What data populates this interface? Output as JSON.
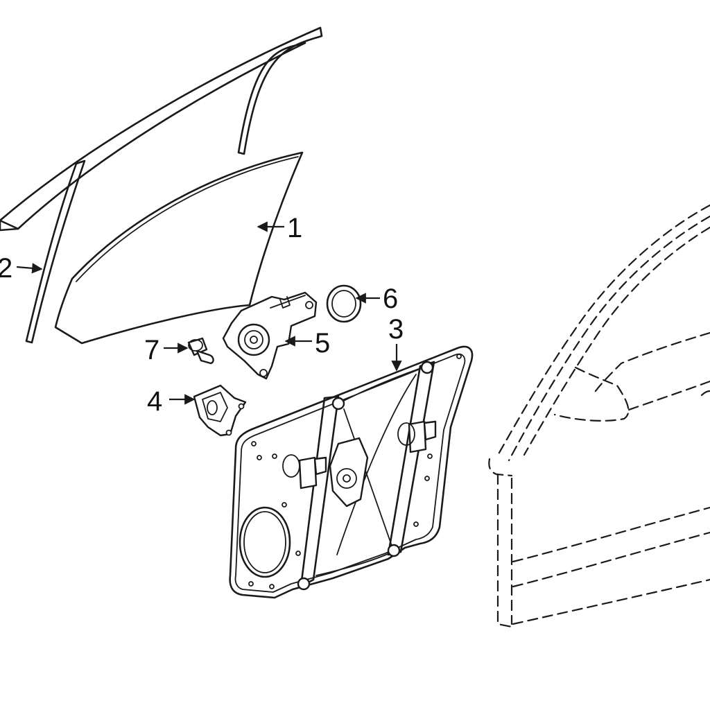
{
  "callouts": [
    {
      "id": "glass",
      "label": "1"
    },
    {
      "id": "run-channel",
      "label": "2"
    },
    {
      "id": "regulator",
      "label": "3"
    },
    {
      "id": "bracket",
      "label": "4"
    },
    {
      "id": "motor",
      "label": "5"
    },
    {
      "id": "seal",
      "label": "6"
    },
    {
      "id": "bolt",
      "label": "7"
    }
  ],
  "colors": {
    "line": "#1a1a1a",
    "background": "#ffffff"
  }
}
